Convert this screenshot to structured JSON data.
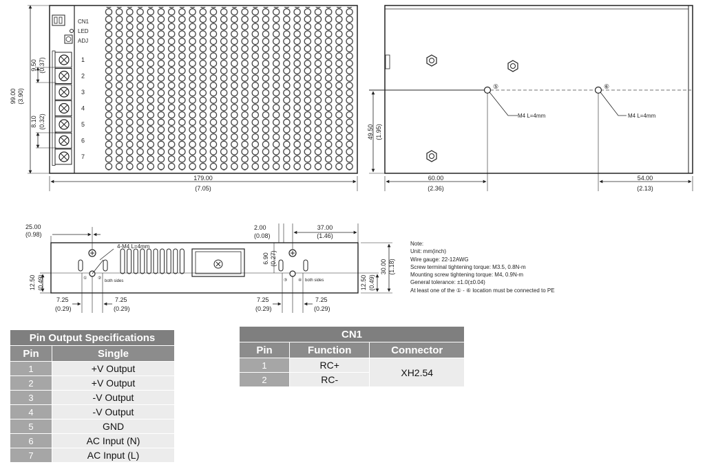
{
  "top_left_view": {
    "labels": {
      "cn1": "CN1",
      "led": "LED",
      "adj": "ADJ"
    },
    "pins": [
      "1",
      "2",
      "3",
      "4",
      "5",
      "6",
      "7"
    ],
    "dim_height": {
      "mm": "99.00",
      "inch": "(3.90)"
    },
    "dim_pitch_a": {
      "mm": "9.50",
      "inch": "(0.37)"
    },
    "dim_pitch_b": {
      "mm": "8.10",
      "inch": "(0.32)"
    },
    "dim_width": {
      "mm": "179.00",
      "inch": "(7.05)"
    }
  },
  "top_right_view": {
    "hole_label": "M4 L=4mm",
    "marker_a": "⑤",
    "marker_b": "⑥",
    "dim_height": {
      "mm": "49.50",
      "inch": "(1.95)"
    },
    "dim_left": {
      "mm": "60.00",
      "inch": "(2.36)"
    },
    "dim_right": {
      "mm": "54.00",
      "inch": "(2.13)"
    }
  },
  "side_view": {
    "holes_label": "4-M4 L=4mm",
    "both_sides": "both sides",
    "marker_1": "①",
    "marker_2": "②",
    "marker_3": "③",
    "marker_4": "④",
    "dim_25": {
      "mm": "25.00",
      "inch": "(0.98)"
    },
    "dim_2": {
      "mm": "2.00",
      "inch": "(0.08)"
    },
    "dim_37": {
      "mm": "37.00",
      "inch": "(1.46)"
    },
    "dim_690": {
      "mm": "6.90",
      "inch": "(0.27)"
    },
    "dim_30": {
      "mm": "30.00",
      "inch": "(1.18)"
    },
    "dim_1250": {
      "mm": "12.50",
      "inch": "(0.49)"
    },
    "dim_725": {
      "mm": "7.25",
      "inch": "(0.29)"
    }
  },
  "notes": [
    "Note:",
    "Unit: mm(inch)",
    "Wire gauge: 22-12AWG",
    "Screw terminal tightening torque: M3.5, 0.8N-m",
    "Mounting screw tightening torque: M4, 0.9N-m",
    "General tolerance: ±1.0(±0.04)",
    "At least one of the ① - ⑥ location must be connected to PE"
  ],
  "pin_table": {
    "title": "Pin Output Specifications",
    "headers": [
      "Pin",
      "Single"
    ],
    "rows": [
      [
        "1",
        "+V Output"
      ],
      [
        "2",
        "+V Output"
      ],
      [
        "3",
        "-V Output"
      ],
      [
        "4",
        "-V Output"
      ],
      [
        "5",
        "GND"
      ],
      [
        "6",
        "AC Input (N)"
      ],
      [
        "7",
        "AC Input (L)"
      ]
    ]
  },
  "cn1_table": {
    "title": "CN1",
    "headers": [
      "Pin",
      "Function",
      "Connector"
    ],
    "rows": [
      [
        "1",
        "RC+"
      ],
      [
        "2",
        "RC-"
      ]
    ],
    "connector": "XH2.54"
  }
}
